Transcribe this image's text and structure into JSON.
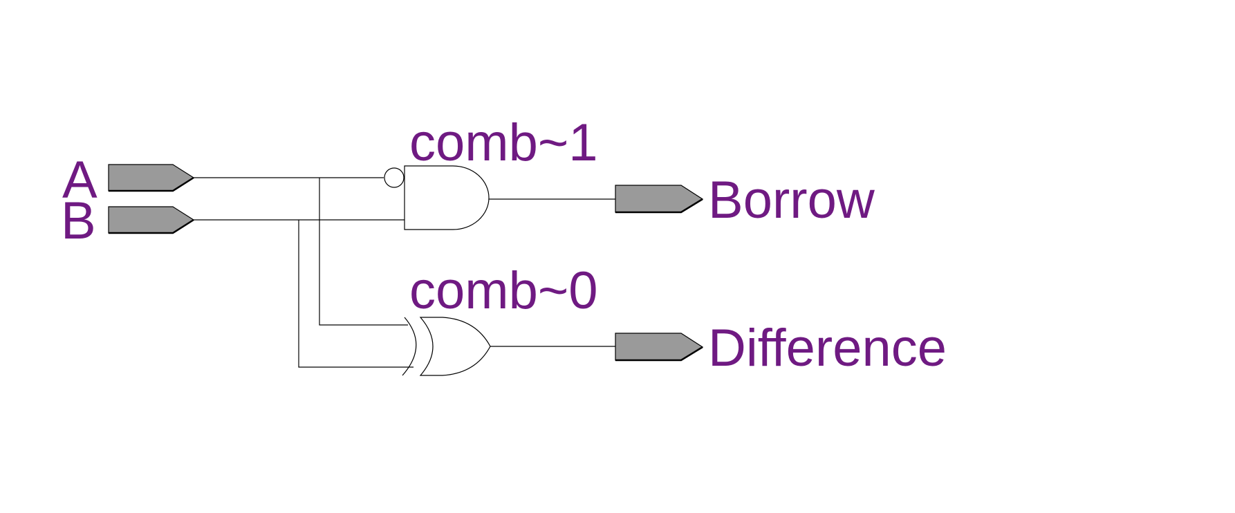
{
  "colors": {
    "label": "#6f1a82",
    "pin_fill": "#9a9a9a",
    "wire": "#000000",
    "background": "#ffffff"
  },
  "inputs": [
    {
      "label": "A"
    },
    {
      "label": "B"
    }
  ],
  "gates": {
    "and_gate": {
      "label": "comb~1"
    },
    "xor_gate": {
      "label": "comb~0"
    }
  },
  "outputs": [
    {
      "label": "Borrow"
    },
    {
      "label": "Difference"
    }
  ]
}
